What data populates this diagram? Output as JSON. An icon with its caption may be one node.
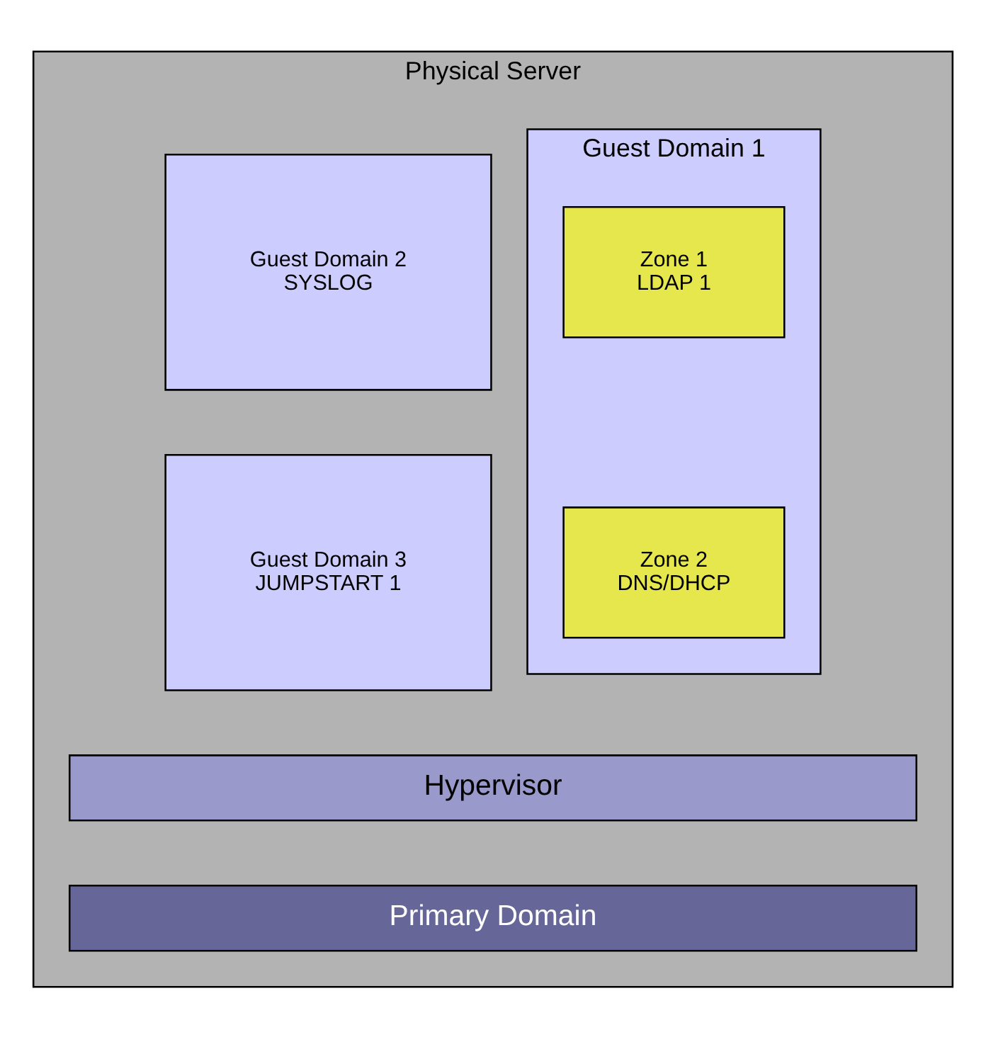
{
  "diagram": {
    "nodes": [
      {
        "text": [
          "Physical Server"
        ]
      },
      {
        "text": [
          "Guest Domain 1"
        ],
        "in": 0
      },
      {
        "text": [
          "Zone 1",
          "LDAP 1"
        ],
        "in": 1
      },
      {
        "text": [
          "Zone 2",
          "DNS/DHCP"
        ],
        "in": 1
      },
      {
        "text": [
          "Guest Domain 2",
          "SYSLOG"
        ],
        "in": 0
      },
      {
        "text": [
          "Guest Domain 3",
          "JUMPSTART 1"
        ],
        "in": 0
      },
      {
        "text": [
          "Hypervisor"
        ],
        "in": 0
      },
      {
        "text": [
          "Primary Domain"
        ],
        "in": 0
      }
    ]
  }
}
